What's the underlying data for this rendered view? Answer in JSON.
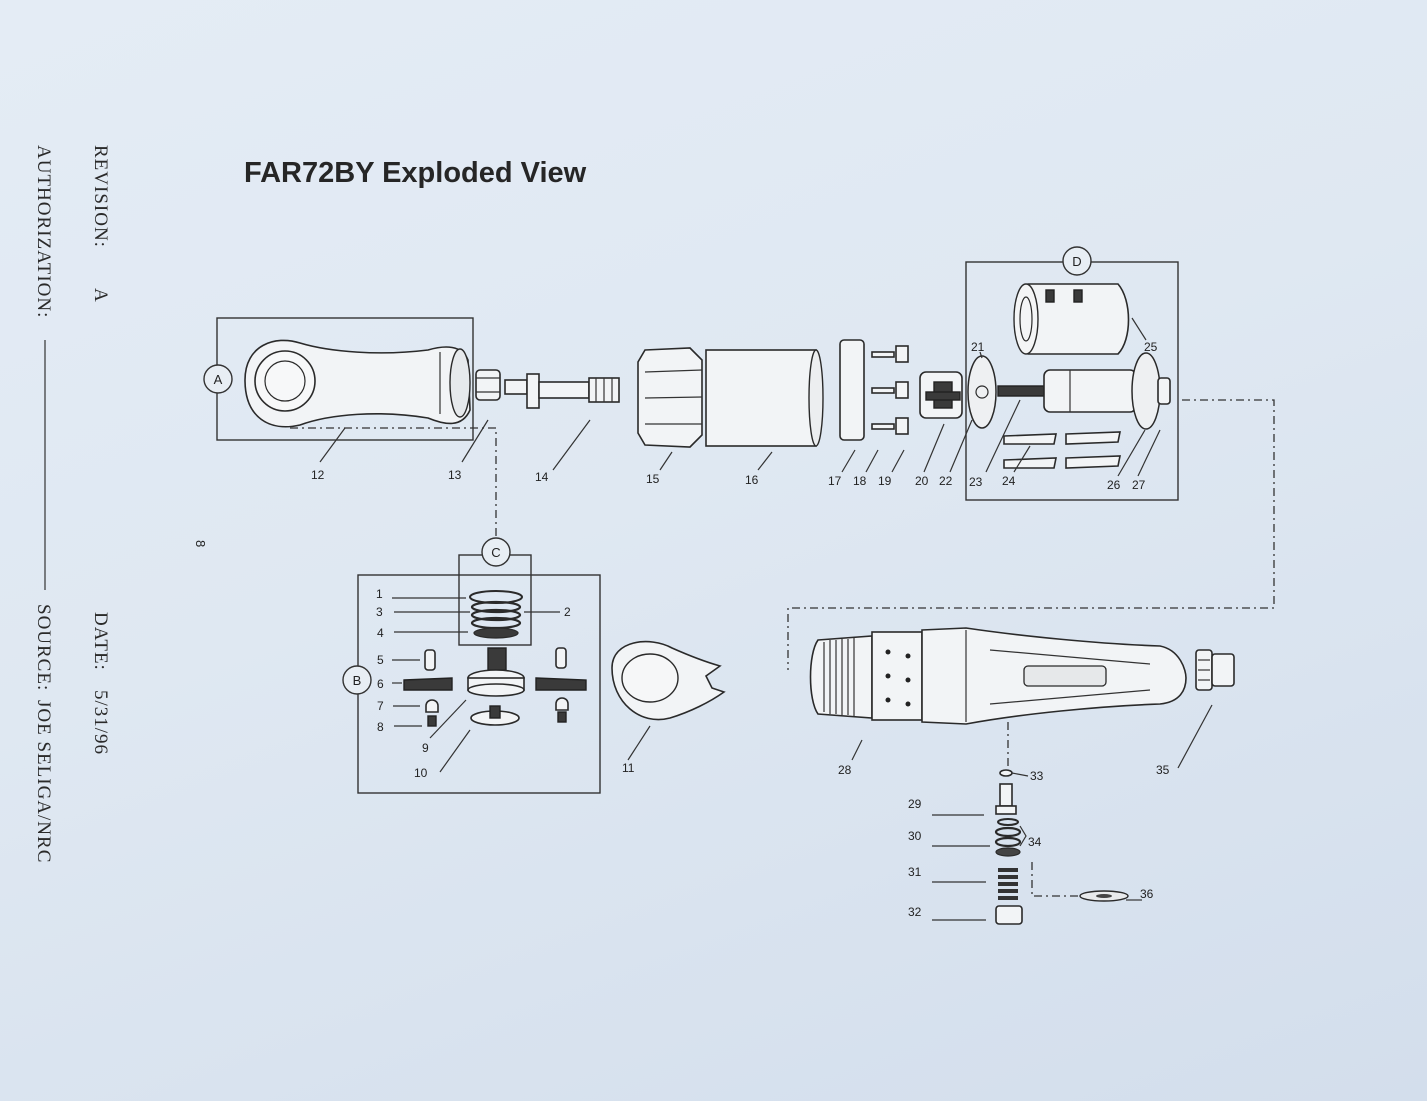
{
  "title": "FAR72BY Exploded View",
  "side_text": {
    "revision_label": "REVISION:",
    "revision_value": "A",
    "authorization_label": "AUTHORIZATION:",
    "date_label": "DATE:",
    "date_value": "5/31/96",
    "source_label": "SOURCE:",
    "source_value": "JOE SELIGA/NRC",
    "page_mark": "8"
  },
  "groups": {
    "a": "A",
    "b": "B",
    "c": "C",
    "d": "D"
  },
  "parts": {
    "p1": "1",
    "p2": "2",
    "p3": "3",
    "p4": "4",
    "p5": "5",
    "p6": "6",
    "p7": "7",
    "p8": "8",
    "p9": "9",
    "p10": "10",
    "p11": "11",
    "p12": "12",
    "p13": "13",
    "p14": "14",
    "p15": "15",
    "p16": "16",
    "p17": "17",
    "p18": "18",
    "p19": "19",
    "p20": "20",
    "p21": "21",
    "p22": "22",
    "p23": "23",
    "p24": "24",
    "p25": "25",
    "p26": "26",
    "p27": "27",
    "p28": "28",
    "p29": "29",
    "p30": "30",
    "p31": "31",
    "p32": "32",
    "p33": "33",
    "p34": "34",
    "p35": "35",
    "p36": "36"
  }
}
